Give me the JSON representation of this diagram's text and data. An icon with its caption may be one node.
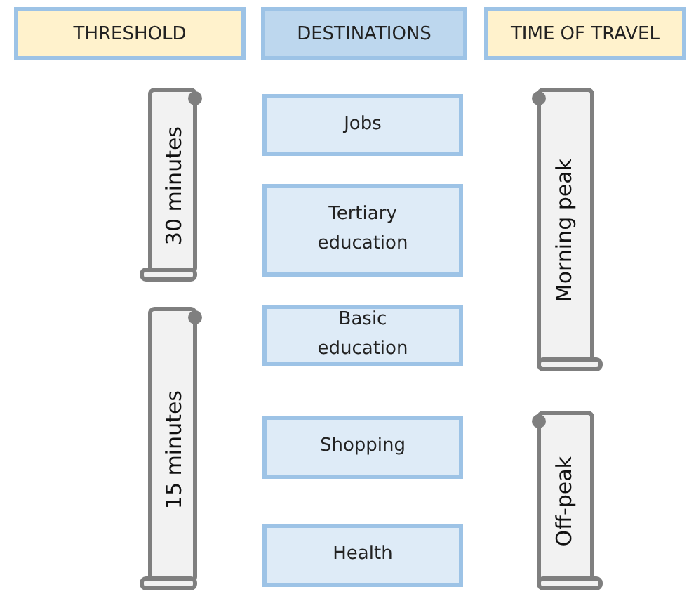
{
  "diagram": {
    "nodes": [
      {
        "text": [
          "THRESHOLD"
        ]
      },
      {
        "text": [
          "DESTINATIONS"
        ]
      },
      {
        "text": [
          "TIME OF TRAVEL"
        ]
      },
      {
        "text": [
          "30 minutes"
        ]
      },
      {
        "text": [
          "15 minutes"
        ]
      },
      {
        "text": [
          "Jobs"
        ]
      },
      {
        "text": [
          "Tertiary education"
        ]
      },
      {
        "text": [
          "Basic education"
        ]
      },
      {
        "text": [
          "Shopping"
        ]
      },
      {
        "text": [
          "Health"
        ]
      },
      {
        "text": [
          "Morning peak"
        ]
      },
      {
        "text": [
          "Off-peak"
        ]
      }
    ]
  }
}
